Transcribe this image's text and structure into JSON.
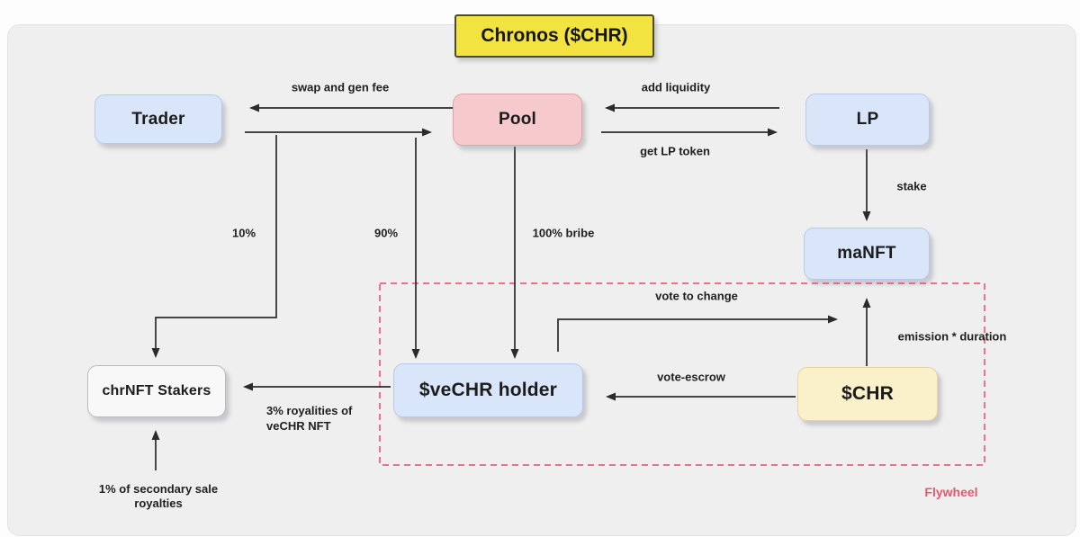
{
  "title": "Chronos ($CHR)",
  "nodes": {
    "trader": {
      "label": "Trader"
    },
    "pool": {
      "label": "Pool"
    },
    "lp": {
      "label": "LP"
    },
    "manft": {
      "label": "maNFT"
    },
    "chrnft_stakers": {
      "label": "chrNFT Stakers"
    },
    "vechr_holder": {
      "label": "$veCHR holder"
    },
    "chr": {
      "label": "$CHR"
    }
  },
  "edges": {
    "swap_and_gen_fee": "swap and gen fee",
    "add_liquidity": "add liquidity",
    "get_lp_token": "get LP token",
    "stake": "stake",
    "pct_10": "10%",
    "pct_90": "90%",
    "bribe_100": "100% bribe",
    "vote_to_change": "vote to change",
    "emission_duration": "emission * duration",
    "vote_escrow": "vote-escrow",
    "royalties_3": "3% royalities of\nveCHR NFT",
    "secondary_sale_1": "1% of secondary sale\nroyalties"
  },
  "flywheel_label": "Flywheel",
  "colors": {
    "panel_background": "#efeff0",
    "node_blue": "#d9e6f9",
    "node_pink": "#f6c9cd",
    "node_cream": "#faf0ca",
    "node_white": "#f8f8f8",
    "title_yellow": "#f2e340",
    "arrow": "#2b2b2b",
    "flywheel_red": "#e8576c"
  }
}
